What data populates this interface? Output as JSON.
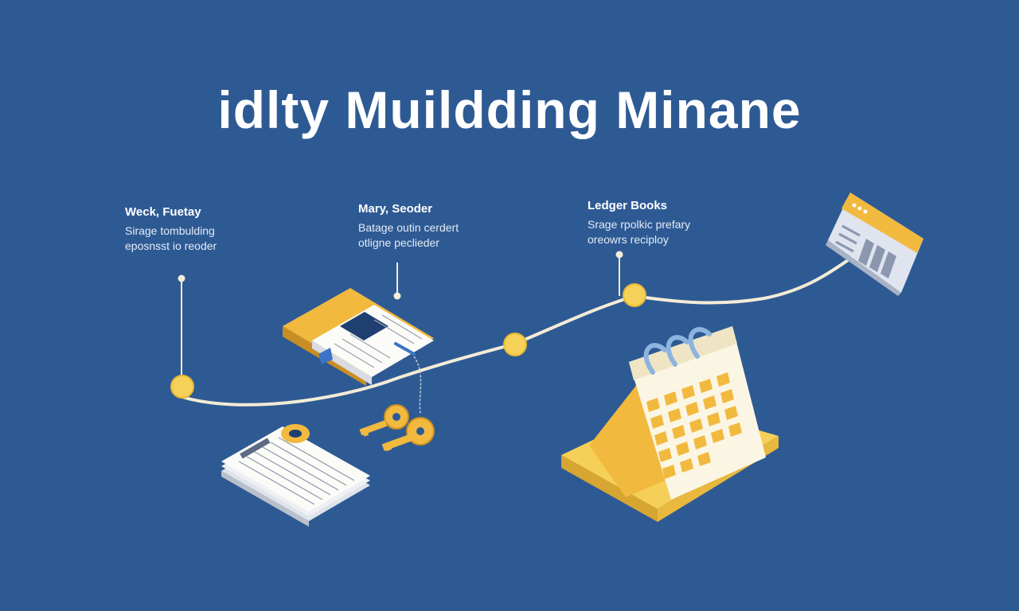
{
  "title": "idlty Muildding Minane",
  "colors": {
    "background": "#2e5a94",
    "path": "#f3ecd6",
    "node": "#f5d15a",
    "accent": "#f2b93f",
    "paper": "#f7f7f3",
    "navy": "#1f3f70"
  },
  "annotations": [
    {
      "title": "Weck, Fuetay",
      "lines": [
        "Sirage tombulding",
        "eposnsst io reoder"
      ]
    },
    {
      "title": "Mary, Seoder",
      "lines": [
        "Batage outin cerdert",
        "otligne peclieder"
      ]
    },
    {
      "title": "Ledger Books",
      "lines": [
        "Srage rpolkic prefary",
        "oreowrs reciploy"
      ]
    }
  ],
  "icons": [
    "document-stack-icon",
    "folder-document-icon",
    "keys-icon",
    "calendar-icon",
    "browser-window-icon"
  ]
}
